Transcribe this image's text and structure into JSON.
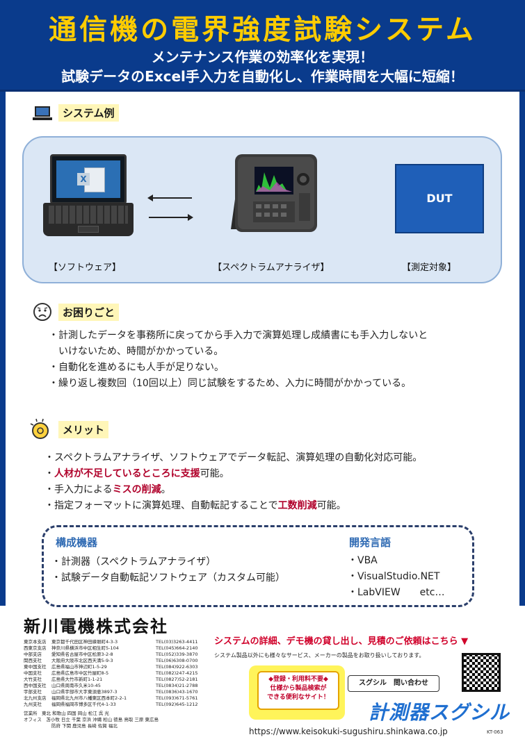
{
  "header": {
    "title": "通信機の電界強度試験システム",
    "sub1": "メンテナンス作業の効率化を実現！",
    "sub2": "試験データのExcel手入力を自動化し、作業時間を大幅に短縮！"
  },
  "system": {
    "heading": "システム例",
    "captions": [
      "【ソフトウェア】",
      "【スペクトラムアナライザ】",
      "【測定対象】"
    ],
    "dut_label": "DUT"
  },
  "problems": {
    "heading": "お困りごと",
    "items": [
      "・計測したデータを事務所に戻ってから手入力で演算処理し成績書にも手入力しないと",
      "いけないため、時間がかかっている。",
      "・自動化を進めるにも人手が足りない。",
      "・繰り返し複数回（10回以上）同じ試験をするため、入力に時間がかかっている。"
    ]
  },
  "merits": {
    "heading": "メリット",
    "line1": "・スペクトラムアナライザ、ソフトウェアでデータ転記、演算処理の自動化対応可能。",
    "line2_pre": "・",
    "line2_red": "人材が不足しているところに支援",
    "line2_post": "可能。",
    "line3_pre": "・手入力による",
    "line3_red": "ミスの削減",
    "line3_post": "。",
    "line4_pre": "・指定フォーマットに演算処理、自動転記することで",
    "line4_red": "工数削減",
    "line4_post": "可能。"
  },
  "equipment": {
    "heading": "構成機器",
    "items": [
      "・計測器（スペクトラムアナライザ）",
      "・試験データ自動転記ソフトウェア（カスタム可能）"
    ],
    "lang_heading": "開発言語",
    "langs": [
      "・VBA",
      "・VisualStudio.NET",
      "・LabVIEW　　etc…"
    ]
  },
  "company": {
    "name": "新川電機株式会社",
    "offices": [
      {
        "o": "東京本支店",
        "a": "東京都千代田区神田練塀町4-3-3",
        "t": "TEL(03)3263-4411"
      },
      {
        "o": "西東京支店",
        "a": "神奈川県横浜市中区相生町5-104",
        "t": "TEL(045)664-2140"
      },
      {
        "o": "中部支店",
        "a": "愛知県名古屋市中区松原3-2-8",
        "t": "TEL(052)339-3870"
      },
      {
        "o": "関西支社",
        "a": "大阪府大阪市北区西天満5-9-3",
        "t": "TEL(06)6308-0700"
      },
      {
        "o": "東中国支社",
        "a": "広島県福山市神辺町1-5-29",
        "t": "TEL(084)922-6303"
      },
      {
        "o": "中国支社",
        "a": "広島県広島市中区竹屋町8-5",
        "t": "TEL(082)247-4215"
      },
      {
        "o": "大竹支社",
        "a": "広島県大竹市新町1-1-21",
        "t": "TEL(0827)52-2181"
      },
      {
        "o": "西中国支社",
        "a": "山口県周南市久米10-45",
        "t": "TEL(0834)21-2788"
      },
      {
        "o": "宇部支社",
        "a": "山口県宇部市大字東須恵3897-3",
        "t": "TEL(0836)43-1670"
      },
      {
        "o": "北九州支店",
        "a": "福岡県北九州市八幡東区西本町2-2-1",
        "t": "TEL(093)671-5761"
      },
      {
        "o": "九州支社",
        "a": "福岡県福岡市博多区千代4-1-33",
        "t": "TEL(092)645-1212"
      }
    ],
    "extra1": "営業所　東北 和歌山 四国 岡山 松江 呉 光",
    "extra2": "オフィス　苫小牧 日立 千葉 京浜 沖縄 松山 徳島 鳥取 三原 東広島",
    "extra3": "防府 下関 鹿児島 長崎 佐賀 福北"
  },
  "promo": {
    "cta": "システムの詳細、デモ機の貸し出し、見積のご依頼はこちら ▼",
    "sub": "システム製品以外にも様々なサービス、メーカーの製品をお取り扱いしております。",
    "tag1": "◆登録・利用料不要◆",
    "tag2": "仕様から製品検索が",
    "tag3": "できる便利なサイト！",
    "inquiry": "スグシル　問い合わせ",
    "logo": "計測器スグシル",
    "url": "https://www.keisokuki-sugushiru.shinkawa.co.jp",
    "code": "KT-063"
  },
  "colors": {
    "header_bg": "#0a3b8c",
    "title": "#ffcc00",
    "accent_red": "#b0002a",
    "label_bg": "#fff6b8"
  }
}
